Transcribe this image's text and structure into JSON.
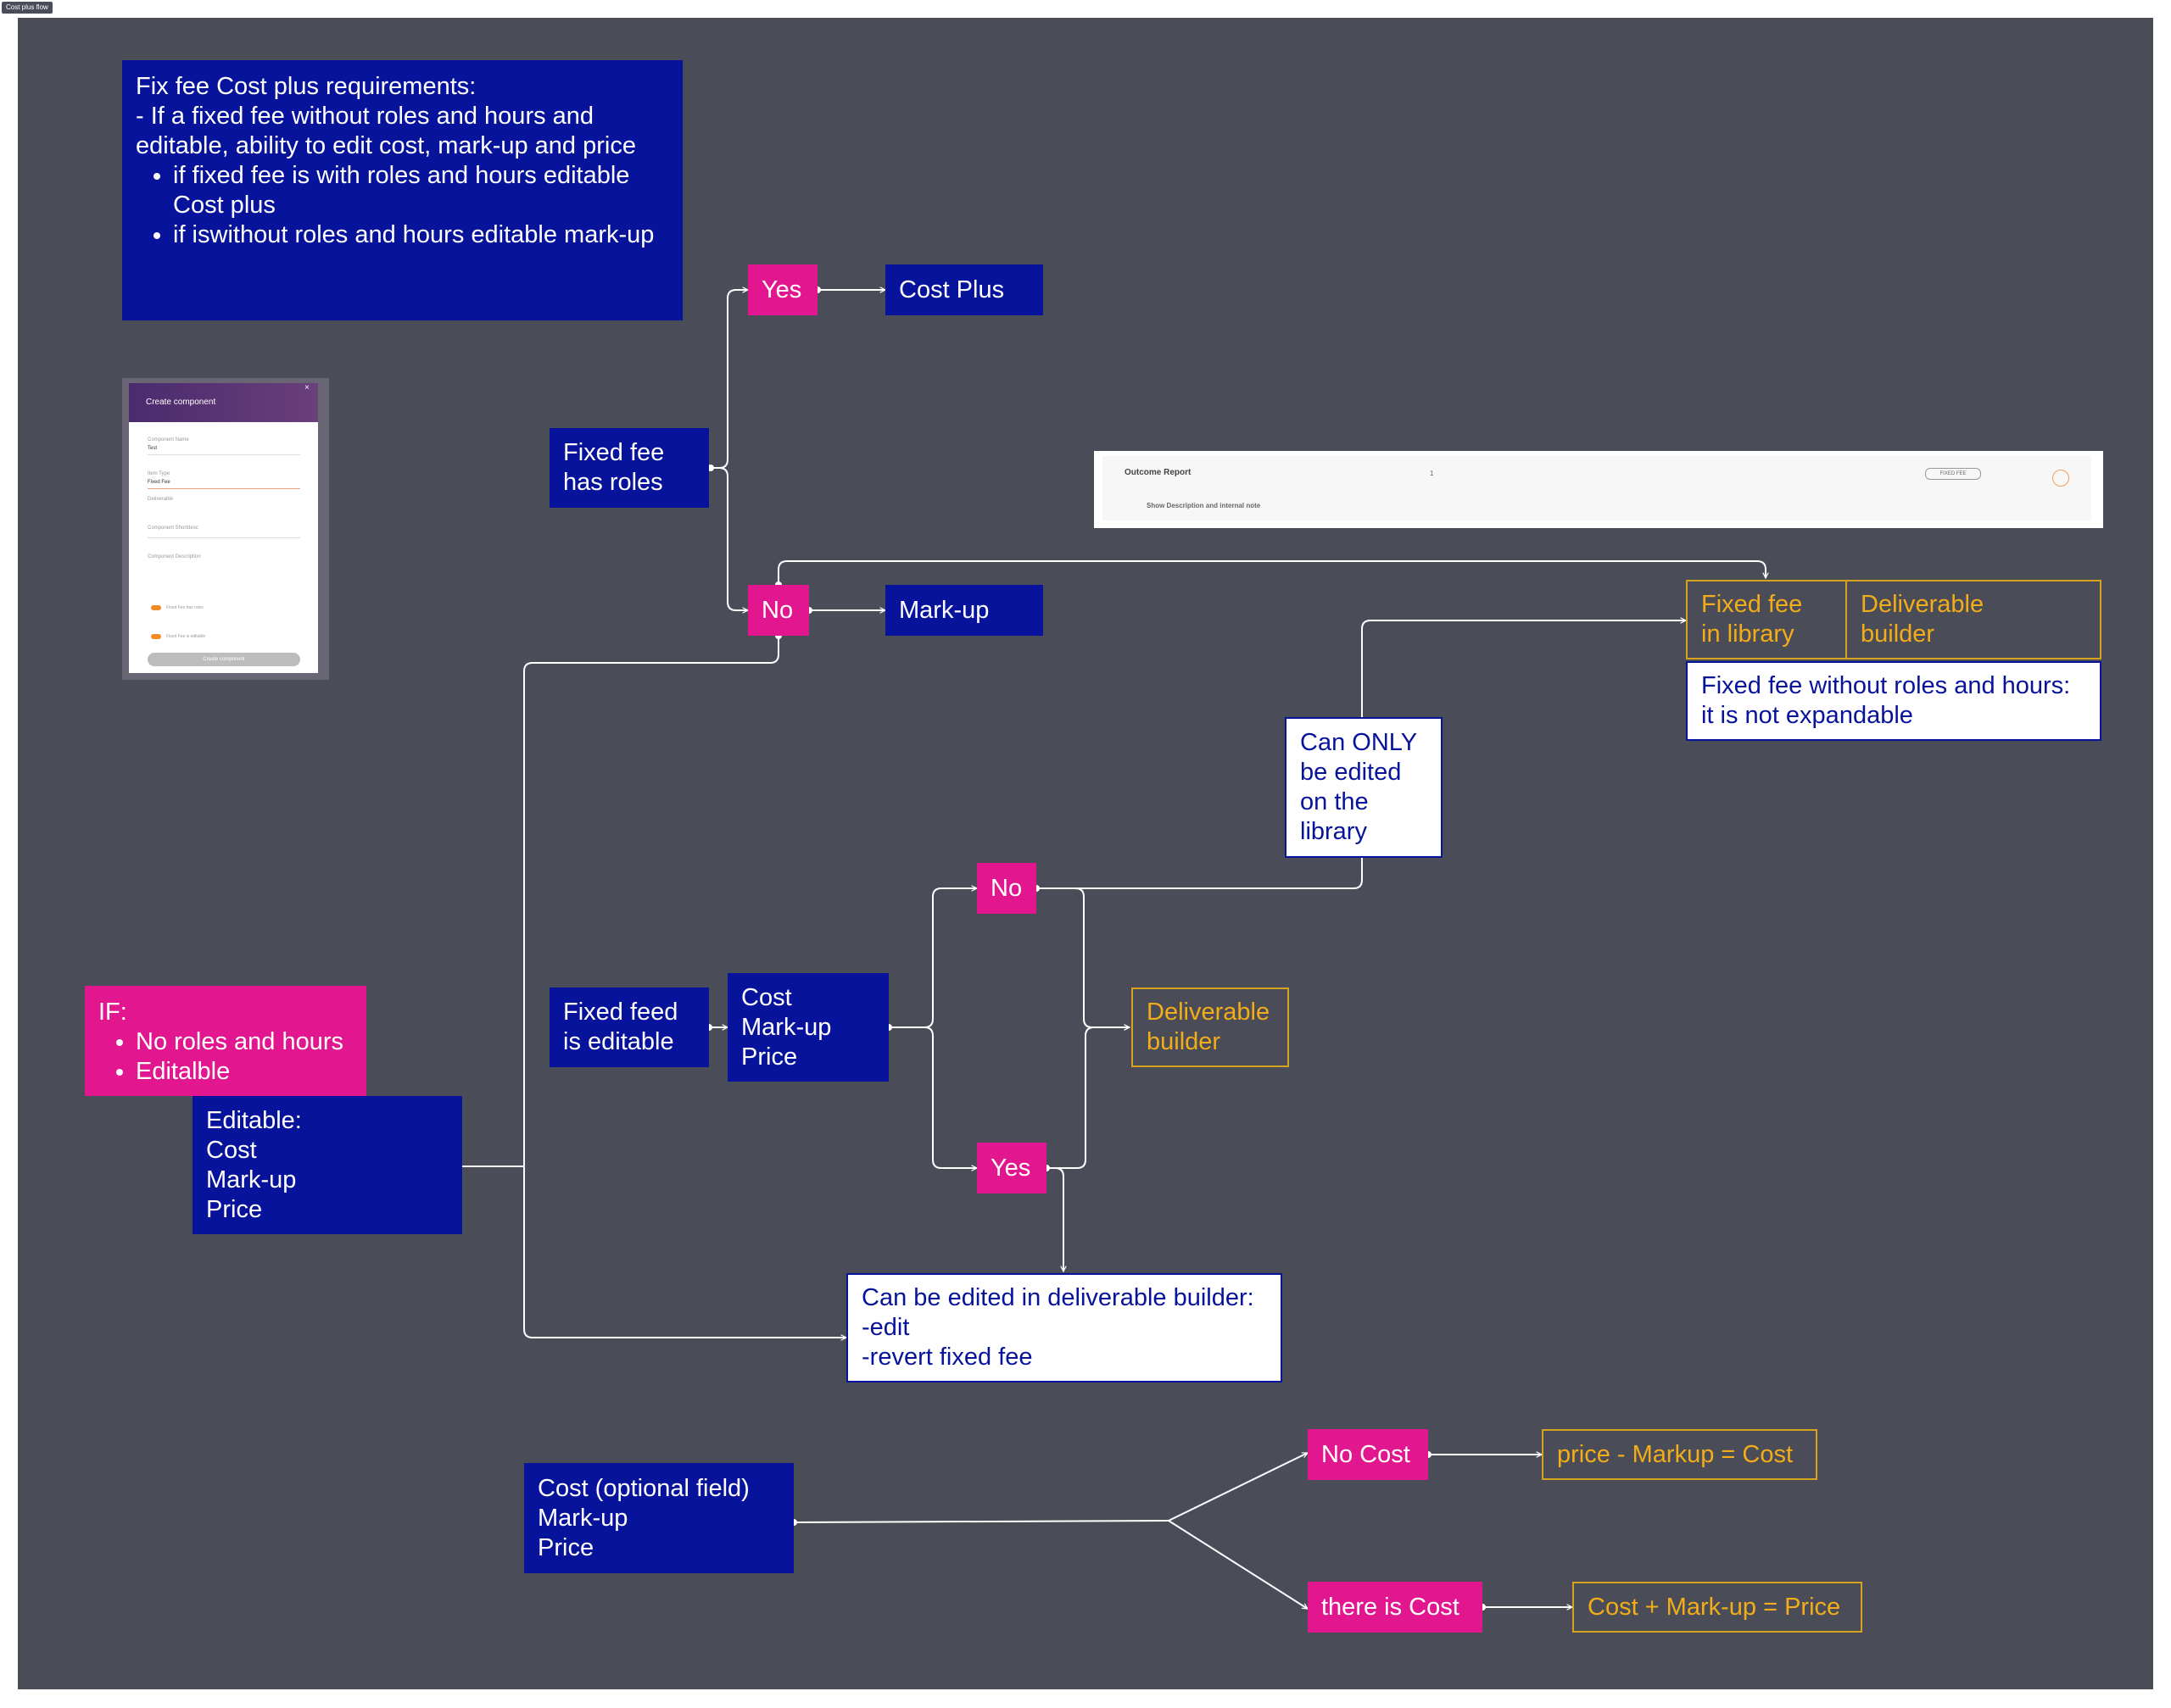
{
  "tab_label": "Cost plus flow",
  "requirements": {
    "title": "Fix fee Cost plus requirements:",
    "line": "- If a fixed fee without roles and hours and editable,  ability to edit cost, mark-up and price",
    "bullets": [
      "if fixed fee is with roles and hours editable Cost plus",
      "if iswithout roles and hours editable mark-up"
    ]
  },
  "create_component": {
    "title": "Create component",
    "name_label": "Component Name",
    "name_value": "Test",
    "type_label": "Item Type",
    "type_value": "Fixed Fee",
    "deliverable_label": "Deliverable",
    "short_desc_label": "Component Shortdesc",
    "desc_label": "Component Description",
    "toggle1_label": "Fixed Fee has roles",
    "toggle2_label": "Fixed Fee is editable",
    "button_label": "Create component"
  },
  "outcome_report": {
    "title": "Outcome Report",
    "description_link": "Show Description and internal note",
    "qty": "1",
    "badge": "FIXED FEE"
  },
  "nodes": {
    "fixed_fee_has_roles": "Fixed fee\nhas roles",
    "yes_top": "Yes",
    "cost_plus": "Cost Plus",
    "no_top": "No",
    "markup": "Mark-up",
    "fixed_fee_in_library": "Fixed fee\nin library",
    "deliverable_builder_top": "Deliverable\nbuilder",
    "not_expandable": "Fixed fee without roles and hours: it is not expandable",
    "only_library": "Can ONLY\nbe edited\non the\nlibrary",
    "no_mid": "No",
    "fixed_feed_editable": "Fixed feed\nis editable",
    "cost_markup_price": "Cost\nMark-up\nPrice",
    "deliverable_builder_mid": "Deliverable\nbuilder",
    "yes_mid": "Yes",
    "if_title": "IF:",
    "if_bullets": [
      "No roles and hours",
      "Editalble"
    ],
    "editable_list": "Editable:\nCost\nMark-up\nPrice",
    "edit_in_builder": "Can be edited in deliverable builder:\n-edit\n-revert fixed fee",
    "cost_optional": "Cost (optional field)\nMark-up\nPrice",
    "no_cost": "No Cost",
    "price_minus": "price - Markup = Cost",
    "there_is_cost": "there is Cost",
    "cost_plus_markup": "Cost + Mark-up = Price"
  },
  "colors": {
    "canvas": "#4a4d58",
    "navy": "#07139a",
    "pink": "#e2168f",
    "amber": "#f3ad18"
  }
}
